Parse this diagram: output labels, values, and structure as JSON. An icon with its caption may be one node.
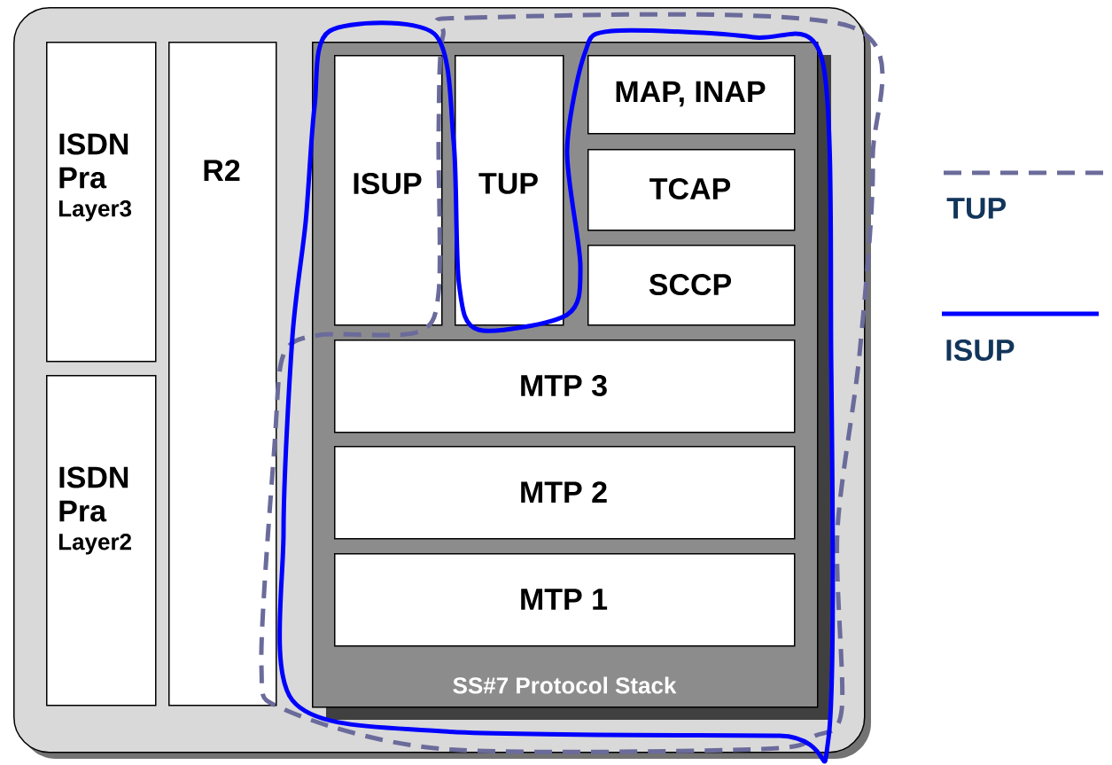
{
  "diagram": {
    "nodes": [
      {
        "text": [],
        "shape": "box"
      },
      {
        "text": [
          "ISDN Pra",
          "Layer3"
        ],
        "in": 0
      },
      {
        "text": [
          "ISDN Pra",
          "Layer2"
        ],
        "in": 0
      },
      {
        "text": [
          "R2"
        ],
        "in": 0
      },
      {
        "text": [
          "SS#7 Protocol Stack"
        ],
        "in": 0
      },
      {
        "text": [
          "ISUP"
        ],
        "in": 4
      },
      {
        "text": [
          "TUP"
        ],
        "in": 4
      },
      {
        "text": [
          "MAP, INAP"
        ],
        "in": 4
      },
      {
        "text": [
          "TCAP"
        ],
        "in": 4
      },
      {
        "text": [
          "SCCP"
        ],
        "in": 4
      },
      {
        "text": [
          "MTP 3"
        ],
        "in": 4
      },
      {
        "text": [
          "MTP 2"
        ],
        "in": 4
      },
      {
        "text": [
          "MTP 1"
        ],
        "in": 4
      }
    ],
    "legend": [
      {
        "text": "TUP"
      },
      {
        "text": "ISUP"
      }
    ]
  }
}
